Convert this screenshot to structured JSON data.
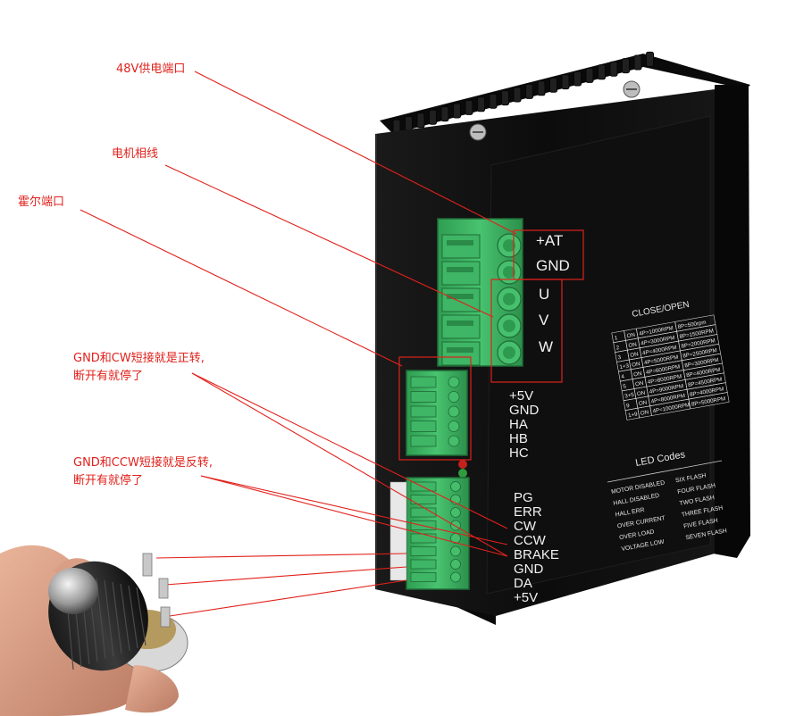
{
  "annotations": {
    "power_port": "48V供电端口",
    "motor_phase": "电机相线",
    "hall_port": "霍尔端口",
    "cw_note_line1": "GND和CW短接就是正转,",
    "cw_note_line2": "断开有就停了",
    "ccw_note_line1": "GND和CCW短接就是反转,",
    "ccw_note_line2": "断开有就停了"
  },
  "terminals": {
    "power": [
      "+AT",
      "GND"
    ],
    "motor": [
      "U",
      "V",
      "W"
    ],
    "hall": [
      "+5V",
      "GND",
      "HA",
      "HB",
      "HC"
    ],
    "control": [
      "PG",
      "ERR",
      "CW",
      "CCW",
      "BRAKE",
      "GND",
      "DA",
      "+5V"
    ]
  },
  "speed_table": {
    "title": "CLOSE/OPEN",
    "rows": [
      [
        "1",
        "ON",
        "4P=1000RPM",
        "8P=500rpm"
      ],
      [
        "2",
        "ON",
        "4P=3000RPM",
        "8P=1500RPM"
      ],
      [
        "3",
        "ON",
        "4P=4000RPM",
        "8P=2000RPM"
      ],
      [
        "1+3",
        "ON",
        "4P=5000RPM",
        "8P=2500RPM"
      ],
      [
        "4",
        "ON",
        "4P=6000RPM",
        "8P=3000RPM"
      ],
      [
        "5",
        "ON",
        "4P=8000RPM",
        "8P=4000RPM"
      ],
      [
        "3+5",
        "ON",
        "4P=9000RPM",
        "8P=4500RPM"
      ],
      [
        "9",
        "ON",
        "4P=8000RPM",
        "8P=4000RPM"
      ],
      [
        "1+9",
        "ON",
        "4P=10000RPM",
        "8P=5000RPM"
      ]
    ]
  },
  "led_codes": {
    "title": "LED  Codes",
    "rows": [
      [
        "MOTOR DISABLED",
        "SIX  FLASH"
      ],
      [
        "HALL DISABLED",
        "FOUR  FLASH"
      ],
      [
        "HALL ERR",
        "TWO  FLASH"
      ],
      [
        "OVER CURRENT",
        "THREE  FLASH"
      ],
      [
        "OVER LOAD",
        "FIVE  FLASH"
      ],
      [
        "VOLTAGE LOW",
        "SEVEN  FLASH"
      ]
    ]
  },
  "colors": {
    "annotation": "#e0211b",
    "device_body": "#111111",
    "terminal_green": "#3bb563",
    "callout_line": "#e0211b"
  }
}
